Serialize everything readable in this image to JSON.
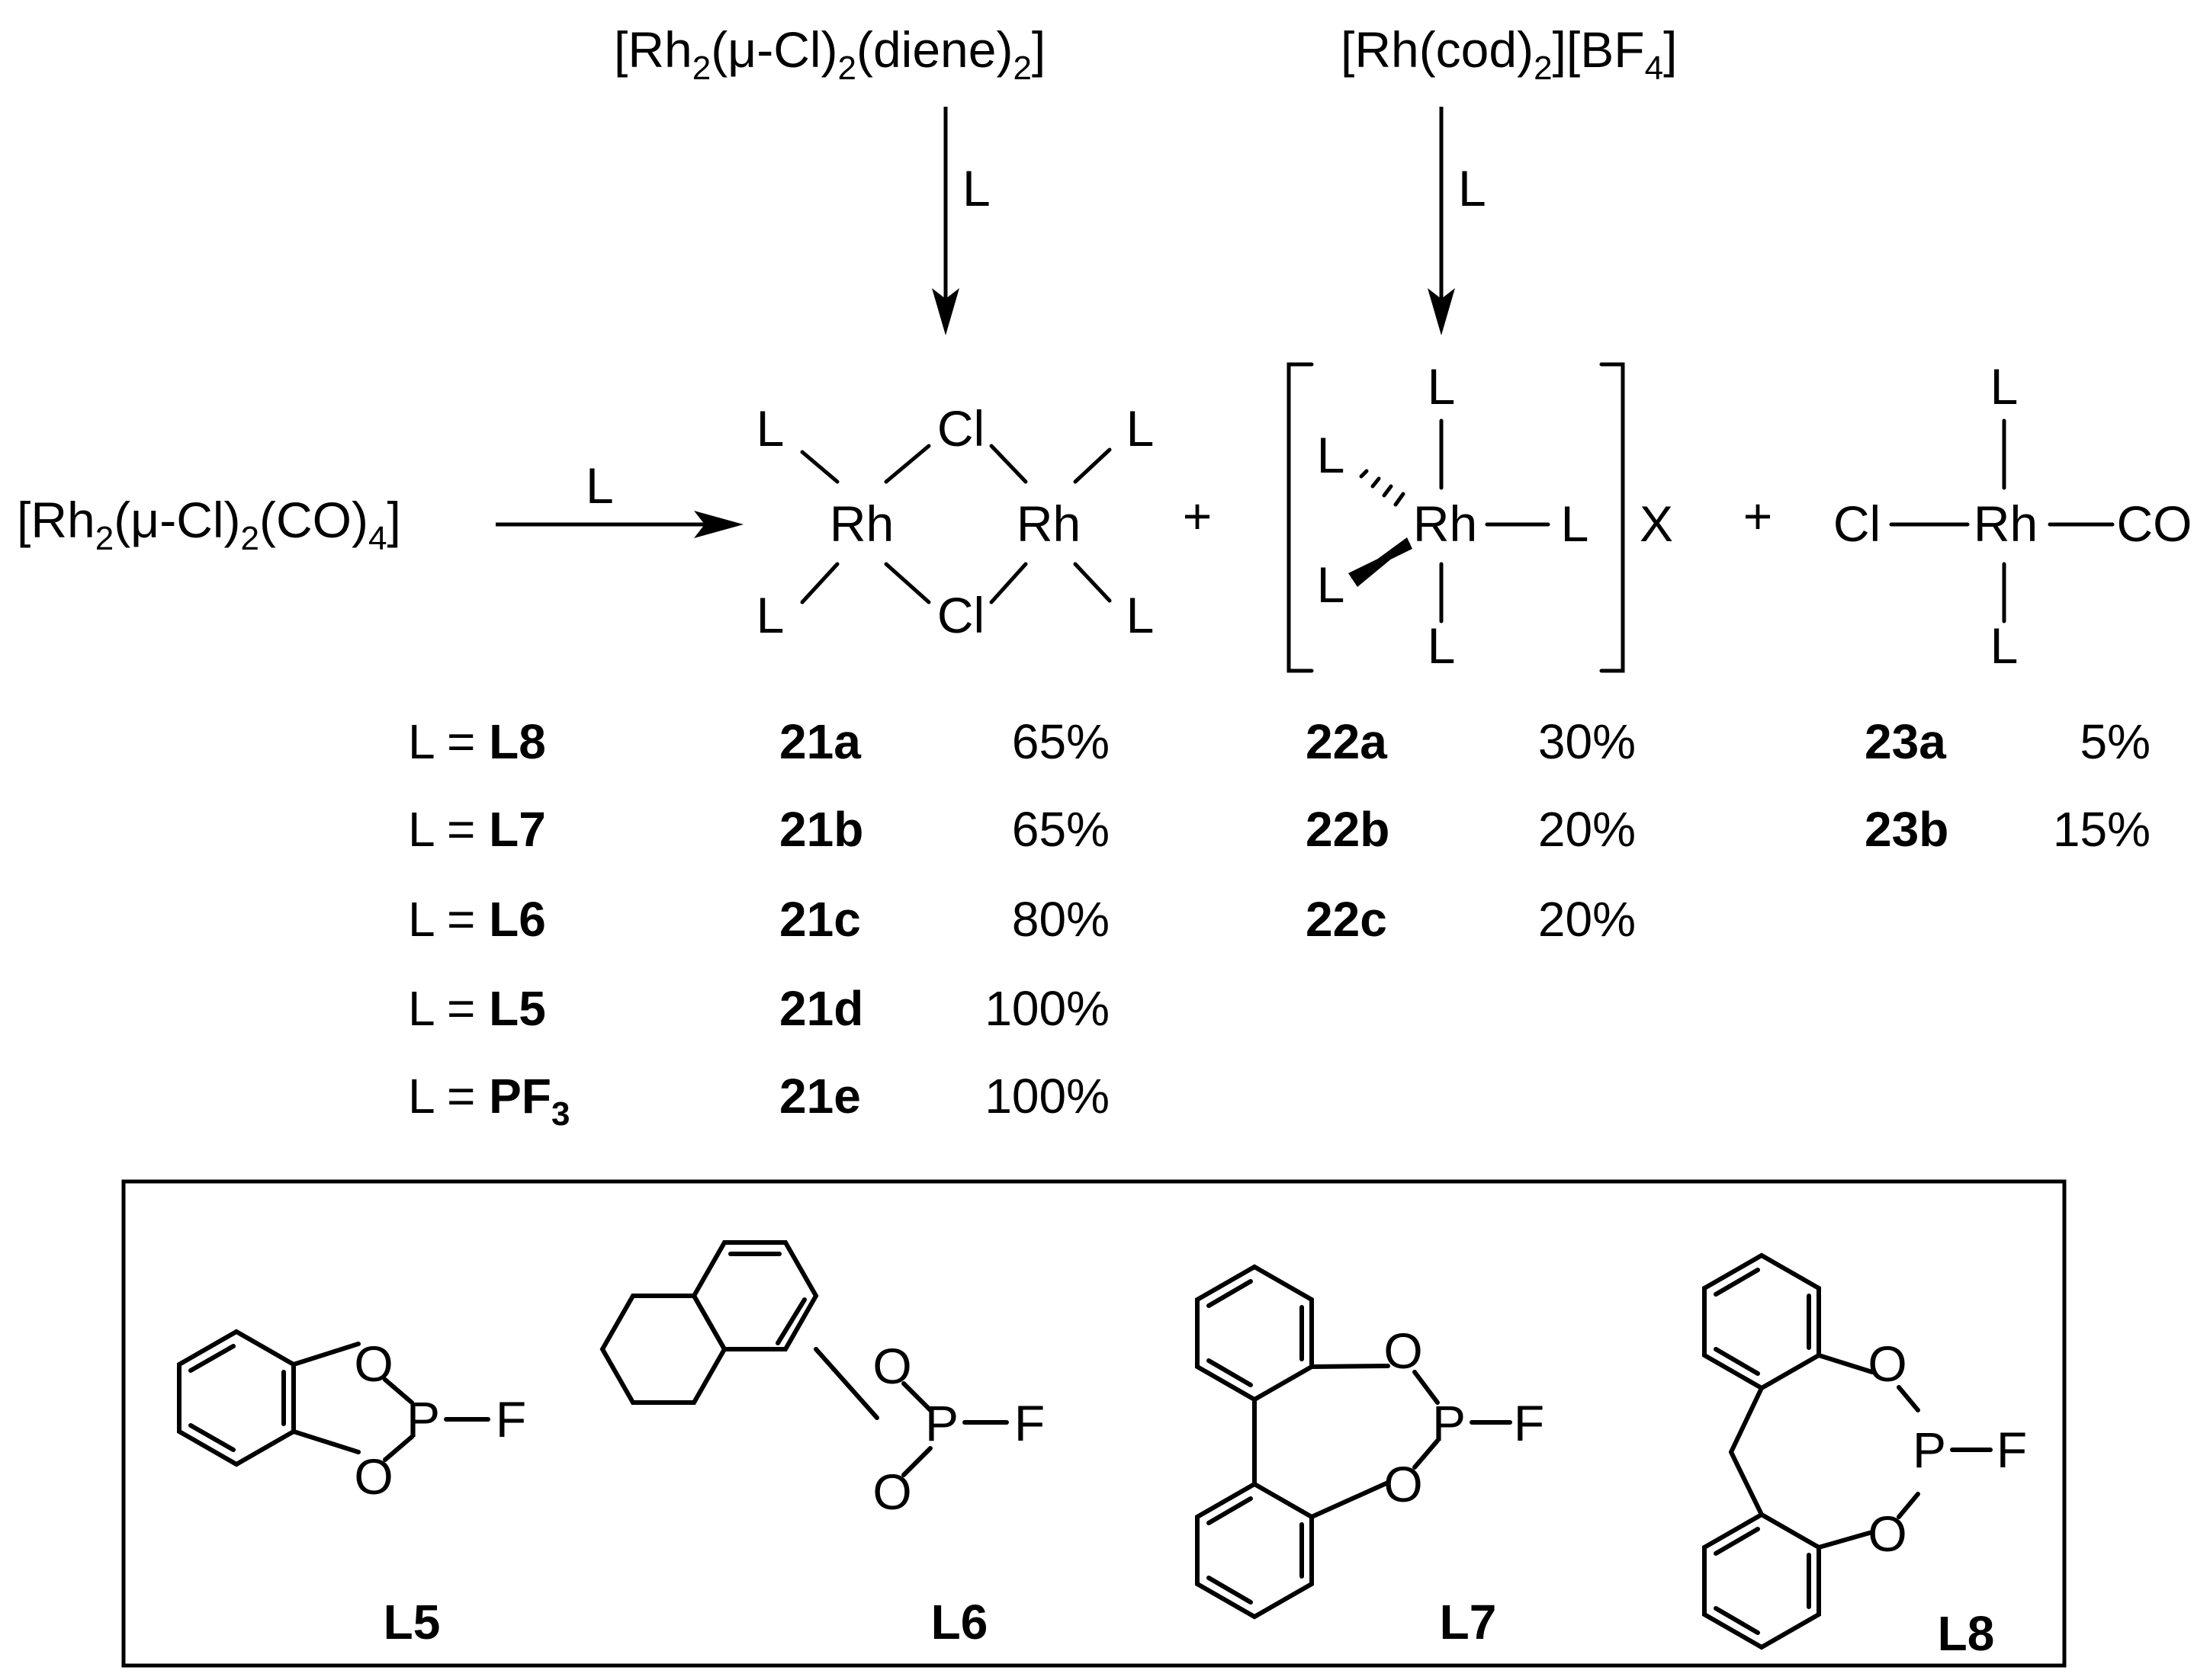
{
  "reagents": {
    "rh_diene": {
      "pre": "[Rh",
      "s1": "2",
      "mid": "(μ-Cl)",
      "s2": "2",
      "tail": "(diene)",
      "s3": "2",
      "close": "]"
    },
    "rh_cod": {
      "pre": "[Rh(cod)",
      "s1": "2",
      "mid": "][BF",
      "s2": "4",
      "close": "]"
    },
    "rh_co": {
      "pre": "[Rh",
      "s1": "2",
      "mid": "(μ-Cl)",
      "s2": "2",
      "tail": "(CO)",
      "s3": "4",
      "close": "]"
    },
    "arrow_label": "L"
  },
  "atoms": {
    "L": "L",
    "Cl": "Cl",
    "Rh": "Rh",
    "X": "X",
    "CO": "CO",
    "O": "O",
    "P": "P",
    "F": "F"
  },
  "plus": "+",
  "table": {
    "rows": [
      {
        "prefix": "L = ",
        "ligand": "L8",
        "c21": "21a",
        "y21": "65%",
        "c22": "22a",
        "y22": "30%",
        "c23": "23a",
        "y23": "5%"
      },
      {
        "prefix": "L = ",
        "ligand": "L7",
        "c21": "21b",
        "y21": "65%",
        "c22": "22b",
        "y22": "20%",
        "c23": "23b",
        "y23": "15%"
      },
      {
        "prefix": "L = ",
        "ligand": "L6",
        "c21": "21c",
        "y21": "80%",
        "c22": "22c",
        "y22": "20%"
      },
      {
        "prefix": "L = ",
        "ligand": "L5",
        "c21": "21d",
        "y21": "100%"
      },
      {
        "prefix": "L = ",
        "ligand": "PF",
        "ligand_sub": "3",
        "c21": "21e",
        "y21": "100%"
      }
    ]
  },
  "ligands": {
    "L5": "L5",
    "L6": "L6",
    "L7": "L7",
    "L8": "L8"
  }
}
